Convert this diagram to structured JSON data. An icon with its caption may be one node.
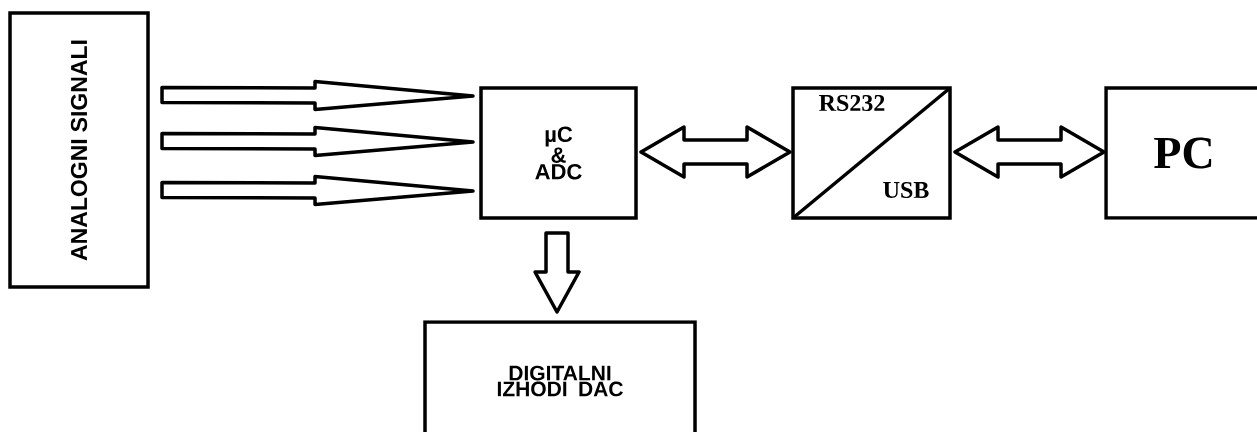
{
  "diagram": {
    "nodes": [
      {
        "text": [
          "ANALOGNI SIGNALI"
        ]
      },
      {
        "text": [
          "µC & ADC"
        ]
      },
      {
        "text": [
          "RS232",
          "USB"
        ]
      },
      {
        "text": [
          "PC"
        ]
      },
      {
        "text": [
          "DIGITALNI IZHODI DAC"
        ]
      }
    ],
    "edges": [
      {
        "from": 0,
        "to": 1,
        "arrow": "to"
      },
      {
        "from": 0,
        "to": 1,
        "arrow": "to"
      },
      {
        "from": 0,
        "to": 1,
        "arrow": "to"
      },
      {
        "from": 1,
        "to": 2,
        "arrow": "both"
      },
      {
        "from": 2,
        "to": 3,
        "arrow": "both"
      },
      {
        "from": 1,
        "to": 4,
        "arrow": "to"
      }
    ]
  }
}
